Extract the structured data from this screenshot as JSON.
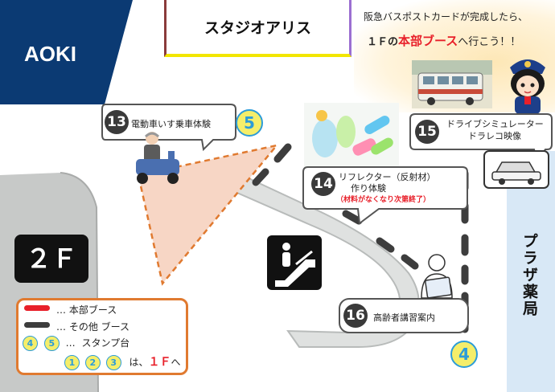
{
  "header": {
    "aoki_label": "AOKI",
    "studio_label": "スタジオアリス",
    "notice_line1": "阪急バスポストカードが完成したら、",
    "notice_prefix": "１Ｆの",
    "notice_highlight": "本部ブース",
    "notice_suffix": "へ行こう！！"
  },
  "floor_label": "２Ｆ",
  "store_label": "プラザ薬局",
  "booths": [
    {
      "number": "13",
      "label": "電動車いす乗車体験"
    },
    {
      "number": "14",
      "label_line1": "リフレクター（反射材）",
      "label_line2": "作り体験",
      "note": "（材料がなくなり次第終了）"
    },
    {
      "number": "15",
      "label_line1": "ドライブシミュレーター",
      "label_line2": "ドラレコ映像"
    },
    {
      "number": "16",
      "label": "高齢者講習案内"
    }
  ],
  "stamps": [
    {
      "number": "5"
    },
    {
      "number": "4"
    }
  ],
  "legend": {
    "main_booth": "… 本部ブース",
    "other_booth": "… その他 ブース",
    "stamp_4": "4",
    "stamp_5": "5",
    "stamp_sep": "…",
    "stamp_label": "スタンプ台",
    "stamp_1": "1",
    "stamp_2": "2",
    "stamp_3": "3",
    "stamp_note_prefix": "は、",
    "stamp_note_floor": "１Ｆ",
    "stamp_note_suffix": "へ"
  },
  "colors": {
    "aoki_blue": "#0b3a73",
    "studio_border_left": "#8a3b3b",
    "studio_border_bottom": "#f2e600",
    "studio_border_right": "#9b6fd1",
    "main_booth_red": "#e8202a",
    "other_booth_dash": "#3d3d3d",
    "triangle_fill": "#f7d6c5",
    "triangle_border": "#e07a30",
    "pharmacy_bg": "#d8e8f6",
    "legend_border": "#e07a30",
    "stamp_fill": "#f5ee6a",
    "stamp_border": "#2c9cd8"
  },
  "icons": [
    "escalator-icon",
    "wheelchair-scooter-icon",
    "reflector-craft-icon",
    "bus-photo-icon",
    "police-mascot-icon",
    "car-simulator-icon",
    "tablet-person-icon"
  ]
}
